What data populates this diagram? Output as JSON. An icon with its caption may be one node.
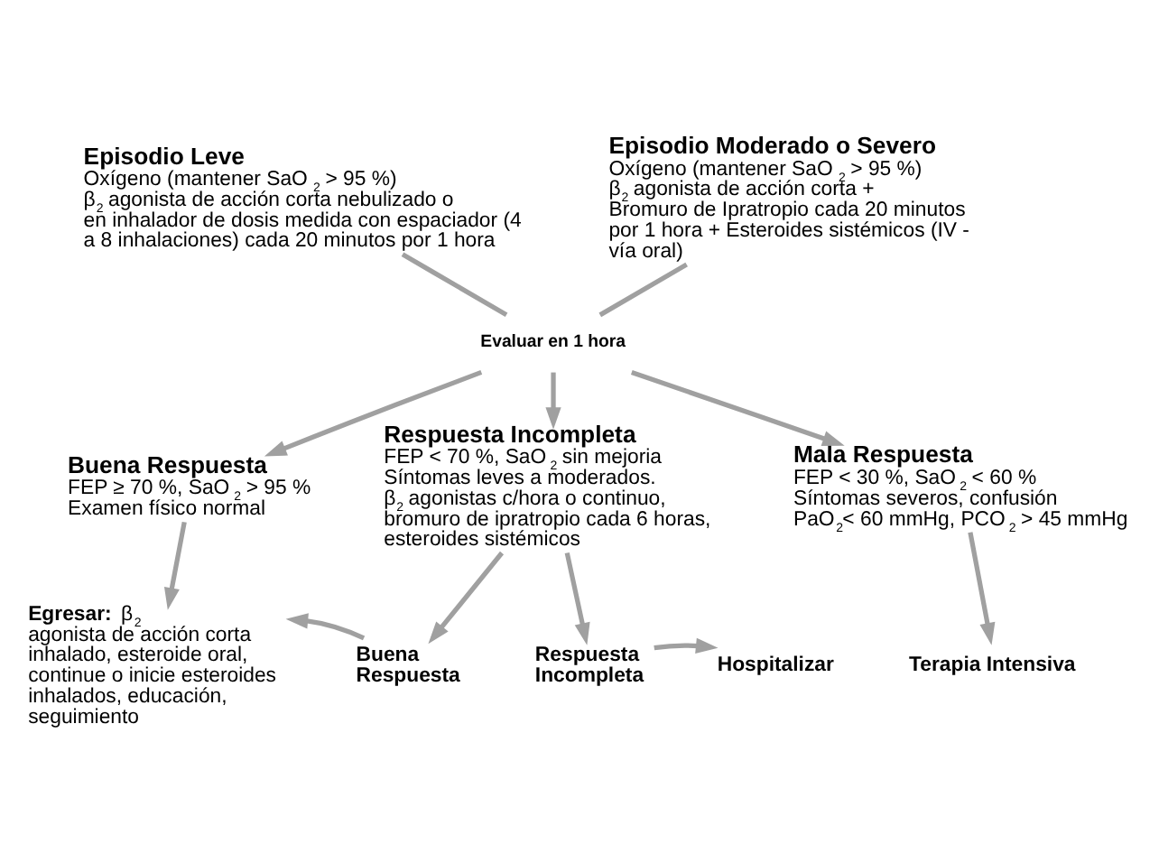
{
  "diagram": {
    "nodes": [
      {
        "text": [
          "Episodio Leve",
          "Oxígeno (mantener SaO$_{2}$ > 95 %)",
          "β$_{2}$ agonista de acción corta nebulizado o en inhalador de dosis medida con espaciador (4 a 8 inhalaciones) cada 20 minutos por 1 hora"
        ]
      },
      {
        "text": [
          "Episodio Moderado o Severo",
          "Oxígeno (mantener SaO$_{2}$ > 95 %)",
          "β$_{2}$ agonista de acción corta + Bromuro de Ipratropio cada 20 minutos por 1 hora + Esteroides sistémicos (IV - vía oral)"
        ]
      },
      {
        "text": [
          "Evaluar en 1 hora"
        ]
      },
      {
        "text": [
          "Buena Respuesta",
          "FEP ≥ 70 %, SaO$_{2}$ > 95 %",
          "Examen físico normal"
        ]
      },
      {
        "text": [
          "Respuesta Incompleta",
          "FEP < 70 %, SaO$_{2}$ sin mejoria",
          "Síntomas leves a moderados.",
          "β$_{2}$ agonistas c/hora o continuo, bromuro de ipratropio cada 6 horas, esteroides sistémicos"
        ]
      },
      {
        "text": [
          "Mala Respuesta",
          "FEP < 30 %, SaO$_{2}$ < 60 %",
          "Síntomas severos, confusión",
          "PaO$_{2}$< 60 mmHg, PCO$_{2}$ > 45 mmHg"
        ]
      },
      {
        "text": [
          "**Egresar:** β$_{2}$ agonista de acción corta inhalado, esteroide oral, continue o inicie esteroides inhalados, educación, seguimiento"
        ]
      },
      {
        "text": [
          "Buena Respuesta"
        ]
      },
      {
        "text": [
          "Terapia Intensiva"
        ]
      },
      {
        "text": [
          "Respuesta Incompleta"
        ]
      },
      {
        "text": [
          "Hospitalizar"
        ]
      }
    ],
    "edges": [
      {
        "from": 0,
        "to": 2,
        "arrow": "none"
      },
      {
        "from": 1,
        "to": 2,
        "arrow": "none"
      },
      {
        "from": 2,
        "to": 3,
        "arrow": "to"
      },
      {
        "from": 2,
        "to": 4,
        "arrow": "to"
      },
      {
        "from": 2,
        "to": 5,
        "arrow": "to"
      },
      {
        "from": 3,
        "to": 6,
        "arrow": "to"
      },
      {
        "from": 4,
        "to": 7,
        "arrow": "to"
      },
      {
        "from": 4,
        "to": 9,
        "arrow": "to"
      },
      {
        "from": 7,
        "to": 6,
        "arrow": "to"
      },
      {
        "from": 5,
        "to": 8,
        "arrow": "to"
      },
      {
        "from": 9,
        "to": 10,
        "arrow": "to"
      }
    ]
  }
}
